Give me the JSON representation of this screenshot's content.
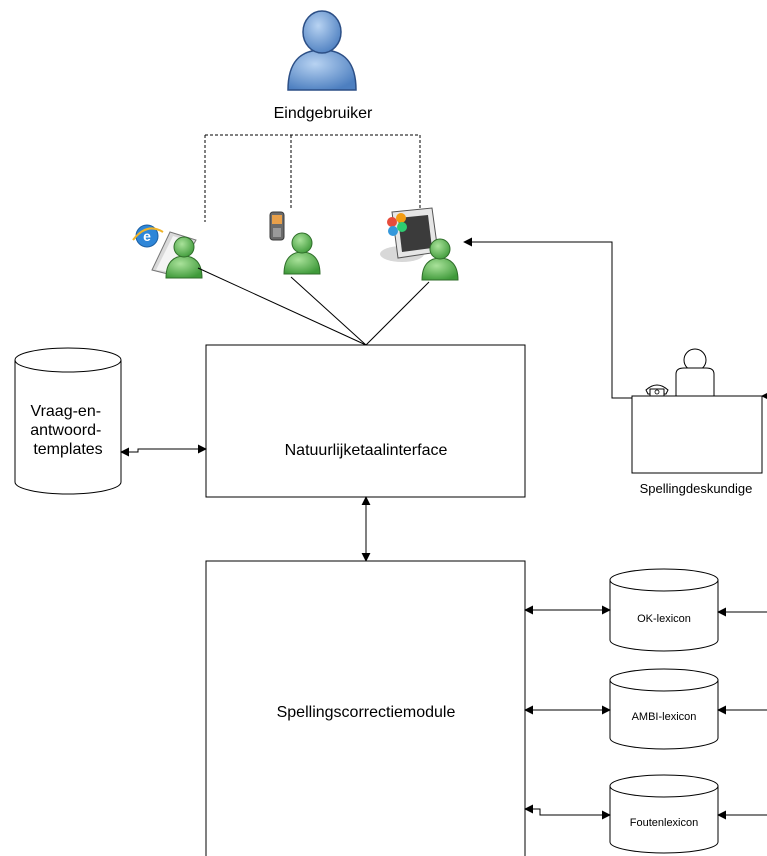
{
  "diagram": {
    "end_user_label": "Eindgebruiker",
    "nl_interface_label": "Natuurlijketaalinterface",
    "qa_templates_lines": [
      "Vraag-en-",
      "antwoord-",
      "templates"
    ],
    "spelling_expert_label": "Spellingdeskundige",
    "spelling_module_label": "Spellingscorrectiemodule",
    "lexicons": {
      "ok": "OK-lexicon",
      "ambi": "AMBI-lexicon",
      "errors": "Foutenlexicon"
    }
  },
  "colors": {
    "user_blue": "#6d9bd3",
    "user_green": "#5cb85c",
    "line": "#000000"
  },
  "icons": {
    "end_user": "person-icon",
    "channels": [
      "web-browser-user-icon",
      "mobile-phone-user-icon",
      "desktop-pc-user-icon"
    ],
    "expert": "help-desk-person-icon"
  }
}
